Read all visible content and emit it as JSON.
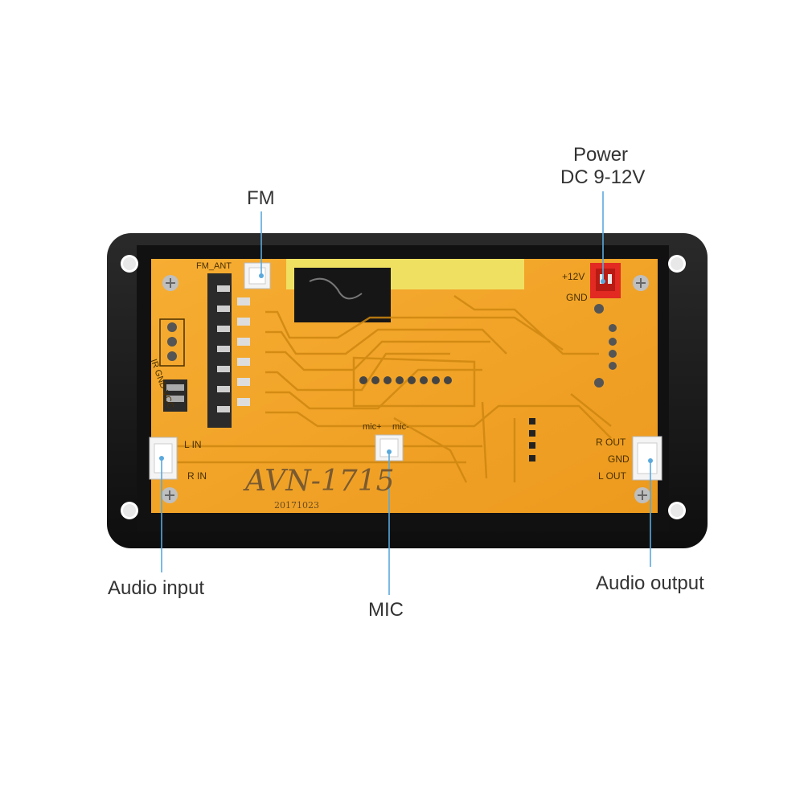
{
  "callouts": {
    "fm": "FM",
    "power_line1": "Power",
    "power_line2": "DC 9-12V",
    "audio_input": "Audio input",
    "mic": "MIC",
    "audio_output": "Audio output"
  },
  "board": {
    "model": "AVN-1715",
    "date": "20171023",
    "fm_ant": "FM_ANT",
    "plus12v": "+12V",
    "gnd_power": "GND",
    "ir_pins": "IR  GND  VCC",
    "l_in": "L IN",
    "r_in": "R IN",
    "mic_plus": "mic+",
    "mic_minus": "mic-",
    "r_out": "R OUT",
    "gnd_out": "GND",
    "l_out": "L OUT"
  },
  "colors": {
    "pcb": "#f2a428",
    "frame": "#1b1b1b",
    "callout_line": "#5aa9dd",
    "power_connector": "#e22a22"
  }
}
